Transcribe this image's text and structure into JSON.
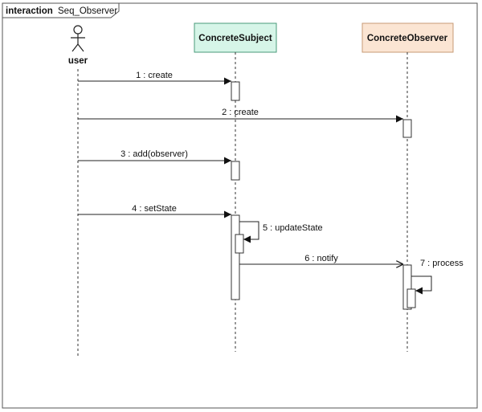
{
  "frame": {
    "label": "interaction Seq_Observer",
    "keyword": "interaction",
    "name": "Seq_Observer"
  },
  "actor": {
    "name": "user"
  },
  "participants": [
    {
      "name": "ConcreteSubject",
      "fill": "#d6f5e8",
      "stroke": "#4a9a7a"
    },
    {
      "name": "ConcreteObserver",
      "fill": "#fbe5d3",
      "stroke": "#c79a76"
    }
  ],
  "messages": [
    {
      "label": "1 : create"
    },
    {
      "label": "2 : create"
    },
    {
      "label": "3 : add(observer)"
    },
    {
      "label": "4 : setState"
    },
    {
      "label": "5 : updateState"
    },
    {
      "label": "6 : notify"
    },
    {
      "label": "7 : process"
    }
  ]
}
